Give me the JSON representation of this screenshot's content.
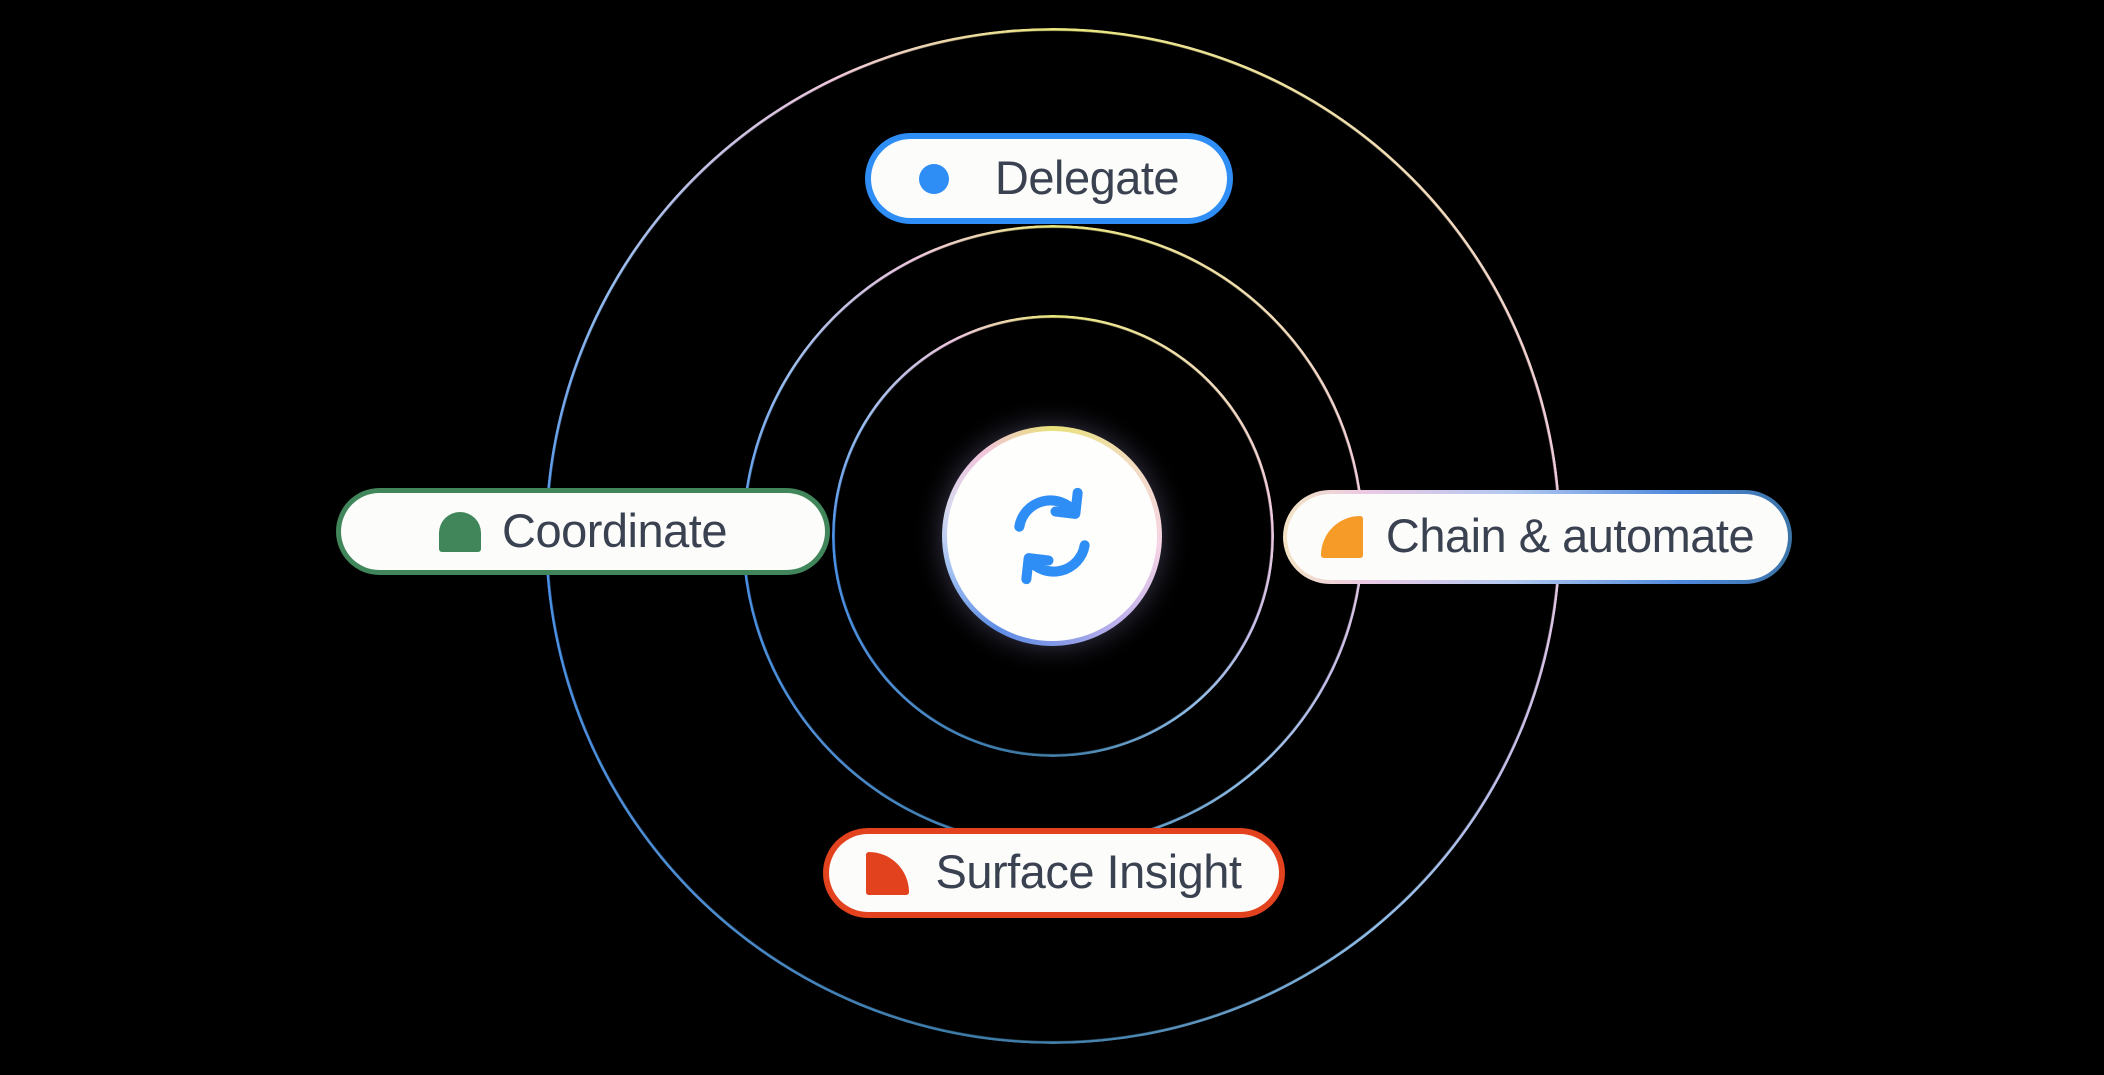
{
  "diagram": {
    "background_color": "#000000",
    "label_text_color": "#3A4150",
    "pill_background_color": "#FCFCFB",
    "rings": {
      "count": 3,
      "gradient_stops": [
        "#EAE77D",
        "#F2DDBA",
        "#EFCADE",
        "#C8BFE9",
        "#92BFE9",
        "#4A86B0",
        "#3D7BA6",
        "#4E8ED2",
        "#4A90E8",
        "#98BDF0",
        "#EEC6DC"
      ]
    },
    "center_badge": {
      "icon": "sync-icon",
      "icon_color": "#2E8EF5",
      "background_color": "#FEFEFD",
      "border_gradient_stops": [
        "#E8E17B",
        "#F2DCC2",
        "#F6D4E4",
        "#C2B3EC",
        "#7F97E6",
        "#5F8EE6",
        "#A6C4F2",
        "#F2C4DA"
      ]
    },
    "nodes": {
      "top": {
        "label": "Delegate",
        "accent_color": "#2E8EF5",
        "icon": "dot-icon"
      },
      "left": {
        "label": "Coordinate",
        "accent_color": "#41855A",
        "icon": "arch-icon"
      },
      "right": {
        "label": "Chain & automate",
        "icon_color": "#F69A28",
        "icon": "quarter-circle-icon",
        "border_gradient_stops": [
          "#F2E4C4",
          "#ECC9E3",
          "#B2C8F0",
          "#4E88DC",
          "#3B74A6"
        ]
      },
      "bottom": {
        "label": "Surface Insight",
        "accent_color": "#E2421E",
        "icon": "quarter-circle-icon"
      }
    }
  }
}
